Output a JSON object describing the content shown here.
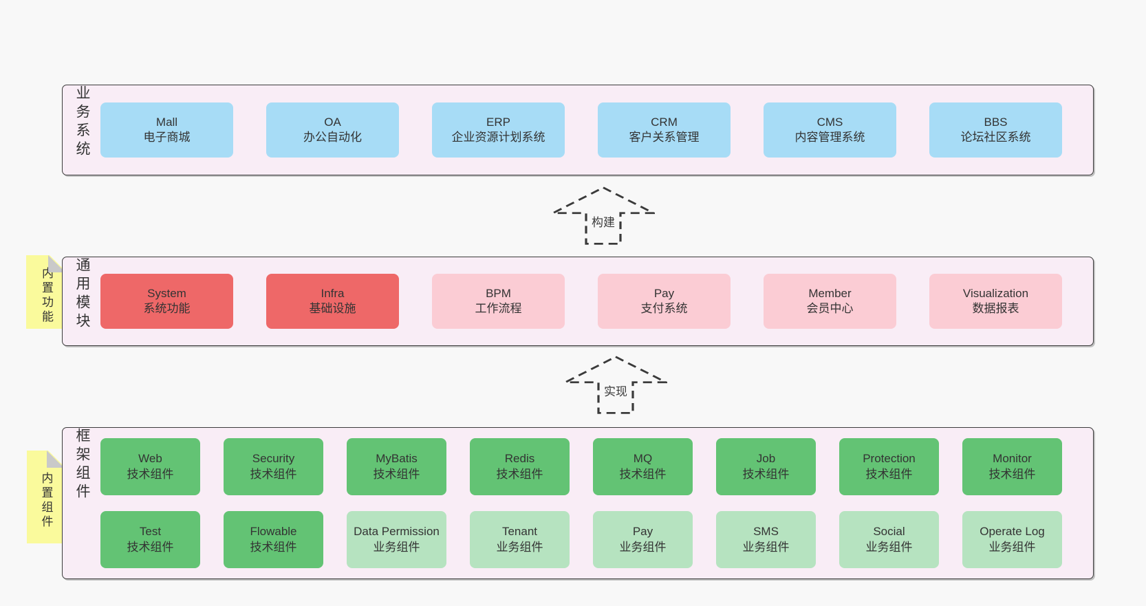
{
  "colors": {
    "page_bg": "#f8f8f8",
    "panel_bg": "#f9edf6",
    "panel_border": "#3b3b3b",
    "box_blue": "#a7dcf6",
    "box_red": "#ee6868",
    "box_pink": "#fbccd4",
    "box_green": "#63c374",
    "box_green_light": "#b6e3c0",
    "note_yellow": "#fafa9c",
    "note_fold": "#c9c9c9",
    "text": "#333333",
    "arrow": "#3a3a3a"
  },
  "layers": {
    "business": {
      "side_label": "业务系统",
      "items": [
        {
          "name": "Mall",
          "desc": "电子商城"
        },
        {
          "name": "OA",
          "desc": "办公自动化"
        },
        {
          "name": "ERP",
          "desc": "企业资源计划系统"
        },
        {
          "name": "CRM",
          "desc": "客户关系管理"
        },
        {
          "name": "CMS",
          "desc": "内容管理系统"
        },
        {
          "name": "BBS",
          "desc": "论坛社区系统"
        }
      ]
    },
    "modules": {
      "side_label": "通用模块",
      "note": "内置功能",
      "items": [
        {
          "name": "System",
          "desc": "系统功能"
        },
        {
          "name": "Infra",
          "desc": "基础设施"
        },
        {
          "name": "BPM",
          "desc": "工作流程"
        },
        {
          "name": "Pay",
          "desc": "支付系统"
        },
        {
          "name": "Member",
          "desc": "会员中心"
        },
        {
          "name": "Visualization",
          "desc": "数据报表"
        }
      ]
    },
    "components": {
      "side_label": "框架组件",
      "note": "内置组件",
      "row1": [
        {
          "name": "Web",
          "desc": "技术组件"
        },
        {
          "name": "Security",
          "desc": "技术组件"
        },
        {
          "name": "MyBatis",
          "desc": "技术组件"
        },
        {
          "name": "Redis",
          "desc": "技术组件"
        },
        {
          "name": "MQ",
          "desc": "技术组件"
        },
        {
          "name": "Job",
          "desc": "技术组件"
        },
        {
          "name": "Protection",
          "desc": "技术组件"
        },
        {
          "name": "Monitor",
          "desc": "技术组件"
        }
      ],
      "row2": [
        {
          "name": "Test",
          "desc": "技术组件"
        },
        {
          "name": "Flowable",
          "desc": "技术组件"
        },
        {
          "name": "Data Permission",
          "desc": "业务组件"
        },
        {
          "name": "Tenant",
          "desc": "业务组件"
        },
        {
          "name": "Pay",
          "desc": "业务组件"
        },
        {
          "name": "SMS",
          "desc": "业务组件"
        },
        {
          "name": "Social",
          "desc": "业务组件"
        },
        {
          "name": "Operate Log",
          "desc": "业务组件"
        }
      ]
    }
  },
  "arrows": {
    "build": {
      "label": "构建"
    },
    "implement": {
      "label": "实现"
    }
  }
}
